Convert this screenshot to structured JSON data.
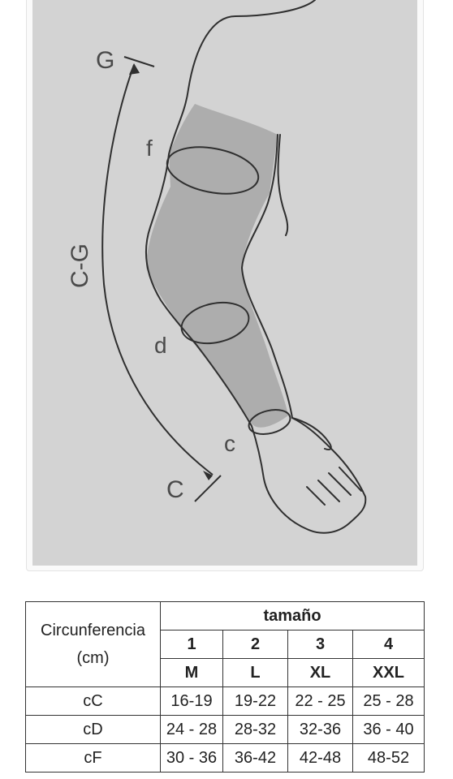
{
  "diagram": {
    "labels": {
      "top_point": "G",
      "bottom_point": "C",
      "length": "C-G",
      "ring_upper": "f",
      "ring_middle": "d",
      "ring_wrist": "c"
    }
  },
  "size_table": {
    "row_header": "Circunferencia (cm)",
    "group_header": "tamaño",
    "sizes": [
      {
        "number": "1",
        "letter": "M"
      },
      {
        "number": "2",
        "letter": "L"
      },
      {
        "number": "3",
        "letter": "XL"
      },
      {
        "number": "4",
        "letter": "XXL"
      }
    ],
    "rows": [
      {
        "label": "cC",
        "values": [
          "16-19",
          "19-22",
          "22 - 25",
          "25 - 28"
        ]
      },
      {
        "label": "cD",
        "values": [
          "24 - 28",
          "28-32",
          "32-36",
          "36 - 40"
        ]
      },
      {
        "label": "cF",
        "values": [
          "30 - 36",
          "36-42",
          "42-48",
          "48-52"
        ]
      }
    ]
  }
}
